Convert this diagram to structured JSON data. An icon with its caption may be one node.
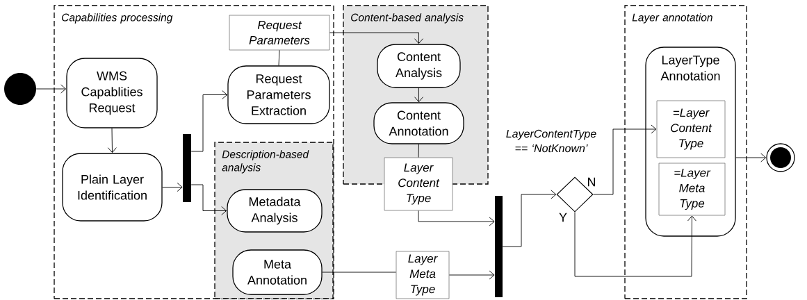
{
  "diagram": {
    "nodes": [
      {
        "text": [
          "Capabilities processing"
        ]
      },
      {
        "text": [
          "Content-based analysis"
        ]
      },
      {
        "text": [
          "Description-based analysis"
        ],
        "in": 0
      },
      {
        "text": [
          "Layer annotation"
        ]
      },
      {
        "text": [],
        "shape": "circle"
      },
      {
        "text": [
          "WMS Capablities Request"
        ],
        "in": 0
      },
      {
        "text": [
          "Plain Layer Identification"
        ],
        "in": 0
      },
      {
        "text": [],
        "shape": "bar",
        "in": 0
      },
      {
        "text": [
          "Request Parameters Extraction"
        ],
        "in": 0
      },
      {
        "text": [
          "Request Parameters"
        ],
        "in": 0
      },
      {
        "text": [
          "Metadata Analysis"
        ],
        "in": 2
      },
      {
        "text": [
          "Meta Annotation"
        ],
        "in": 2
      },
      {
        "text": [
          "Content Analysis"
        ],
        "in": 1
      },
      {
        "text": [
          "Content Annotation"
        ],
        "in": 1
      },
      {
        "text": [
          "Layer Content Type"
        ]
      },
      {
        "text": [
          "Layer Meta Type"
        ]
      },
      {
        "text": [],
        "shape": "bar"
      },
      {
        "text": [],
        "shape": "diamond",
        "beside": [
          "LayerContentType == ‘NotKnown’"
        ]
      },
      {
        "text": [
          "LayerType Annotation"
        ],
        "in": 3
      },
      {
        "text": [
          "=Layer Content Type"
        ],
        "in": 18
      },
      {
        "text": [
          "=Layer Meta Type"
        ],
        "in": 18
      },
      {
        "text": [],
        "shape": "circle"
      }
    ],
    "edges": [
      {
        "from": 4,
        "to": 5,
        "arrow": "to"
      },
      {
        "from": 5,
        "to": 6,
        "arrow": "to"
      },
      {
        "from": 6,
        "to": 7,
        "arrow": "to"
      },
      {
        "from": 7,
        "to": 8,
        "arrow": "to"
      },
      {
        "from": 7,
        "to": 10,
        "arrow": "to"
      },
      {
        "from": 8,
        "to": 9,
        "arrow": "none"
      },
      {
        "from": 9,
        "to": 12,
        "arrow": "to"
      },
      {
        "from": 12,
        "to": 13,
        "arrow": "to"
      },
      {
        "from": 13,
        "to": 14,
        "arrow": "none"
      },
      {
        "from": 14,
        "to": 16,
        "arrow": "to"
      },
      {
        "from": 11,
        "to": 15,
        "arrow": "none"
      },
      {
        "from": 15,
        "to": 16,
        "arrow": "to"
      },
      {
        "from": 16,
        "to": 17,
        "arrow": "to"
      },
      {
        "from": 17,
        "to": 19,
        "arrow": "to",
        "label": "N"
      },
      {
        "from": 17,
        "to": 20,
        "arrow": "to",
        "label": "Y"
      },
      {
        "from": 18,
        "to": 21,
        "arrow": "to"
      }
    ]
  }
}
